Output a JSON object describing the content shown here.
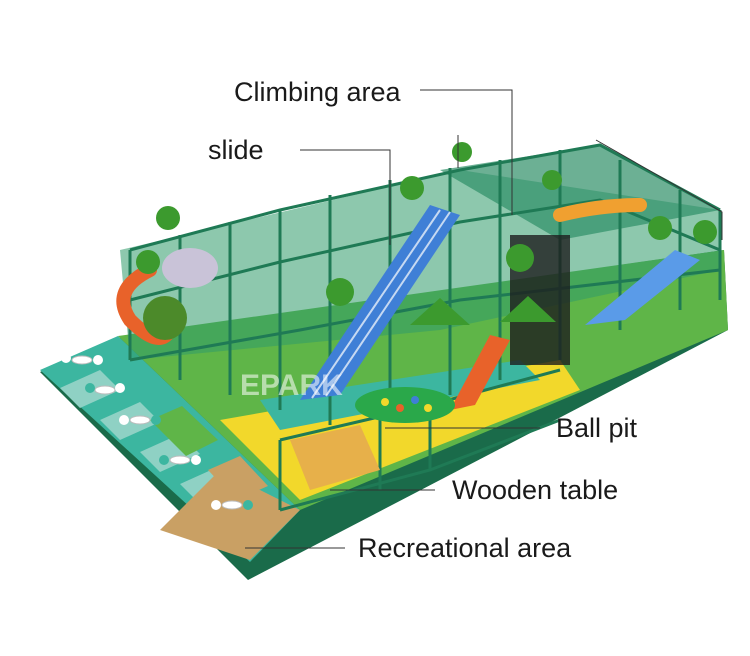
{
  "callouts": {
    "climbing_area": "Climbing area",
    "slide": "slide",
    "ball_pit": "Ball pit",
    "wooden_table": "Wooden table",
    "recreational_area": "Recreational area"
  },
  "watermark": "EPARK",
  "colors": {
    "frame_green": "#1f7a55",
    "floor_teal": "#3cb6a0",
    "floor_green": "#5fb548",
    "floor_yellow": "#f2d82b",
    "sand": "#c9a064",
    "slide_blue": "#3f7fd6",
    "slide_orange": "#e8622a",
    "palm_green": "#3c9a2e",
    "leader_line": "#333333"
  }
}
